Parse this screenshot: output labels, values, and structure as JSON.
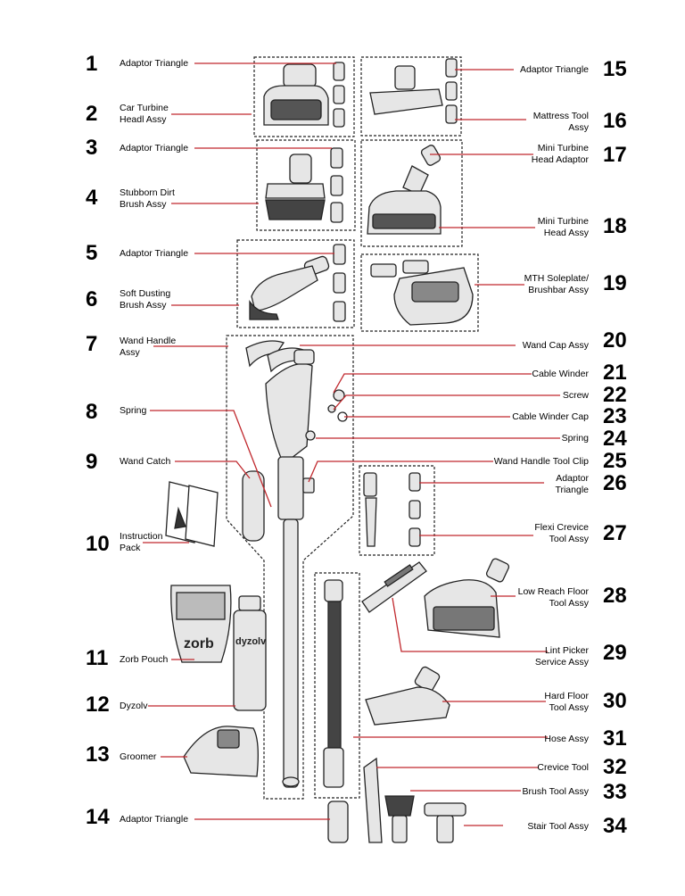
{
  "parts": [
    {
      "num": "1",
      "label": [
        "Adaptor Triangle"
      ]
    },
    {
      "num": "2",
      "label": [
        "Car Turbine",
        "Headl Assy"
      ]
    },
    {
      "num": "3",
      "label": [
        "Adaptor Triangle"
      ]
    },
    {
      "num": "4",
      "label": [
        "Stubborn Dirt",
        "Brush Assy"
      ]
    },
    {
      "num": "5",
      "label": [
        "Adaptor Triangle"
      ]
    },
    {
      "num": "6",
      "label": [
        "Soft Dusting",
        "Brush Assy"
      ]
    },
    {
      "num": "7",
      "label": [
        "Wand Handle",
        "Assy"
      ]
    },
    {
      "num": "8",
      "label": [
        "Spring"
      ]
    },
    {
      "num": "9",
      "label": [
        "Wand Catch"
      ]
    },
    {
      "num": "10",
      "label": [
        "Instruction",
        "Pack"
      ]
    },
    {
      "num": "11",
      "label": [
        "Zorb Pouch"
      ]
    },
    {
      "num": "12",
      "label": [
        "Dyzolv"
      ]
    },
    {
      "num": "13",
      "label": [
        "Groomer"
      ]
    },
    {
      "num": "14",
      "label": [
        "Adaptor Triangle"
      ]
    },
    {
      "num": "15",
      "label": [
        "Adaptor Triangle"
      ]
    },
    {
      "num": "16",
      "label": [
        "Mattress Tool",
        "Assy"
      ]
    },
    {
      "num": "17",
      "label": [
        "Mini Turbine",
        "Head Adaptor"
      ]
    },
    {
      "num": "18",
      "label": [
        "Mini Turbine",
        "Head Assy"
      ]
    },
    {
      "num": "19",
      "label": [
        "MTH Soleplate/",
        "Brushbar Assy"
      ]
    },
    {
      "num": "20",
      "label": [
        "Wand Cap Assy"
      ]
    },
    {
      "num": "21",
      "label": [
        "Cable Winder"
      ]
    },
    {
      "num": "22",
      "label": [
        "Screw"
      ]
    },
    {
      "num": "23",
      "label": [
        "Cable Winder Cap"
      ]
    },
    {
      "num": "24",
      "label": [
        "Spring"
      ]
    },
    {
      "num": "25",
      "label": [
        "Wand Handle Tool Clip"
      ]
    },
    {
      "num": "26",
      "label": [
        "Adaptor",
        "Triangle"
      ]
    },
    {
      "num": "27",
      "label": [
        "Flexi Crevice",
        "Tool Assy"
      ]
    },
    {
      "num": "28",
      "label": [
        "Low Reach Floor",
        "Tool Assy"
      ]
    },
    {
      "num": "29",
      "label": [
        "Lint Picker",
        "Service Assy"
      ]
    },
    {
      "num": "30",
      "label": [
        "Hard Floor",
        "Tool Assy"
      ]
    },
    {
      "num": "31",
      "label": [
        "Hose Assy"
      ]
    },
    {
      "num": "32",
      "label": [
        "Crevice Tool"
      ]
    },
    {
      "num": "33",
      "label": [
        "Brush Tool Assy"
      ]
    },
    {
      "num": "34",
      "label": [
        "Stair Tool Assy"
      ]
    }
  ],
  "package_labels": {
    "pouch": "zorb",
    "bottle": "dyzolv"
  },
  "colors": {
    "leader": "#c0282d",
    "outline": "#222222",
    "fill": "#e6e6e6"
  }
}
